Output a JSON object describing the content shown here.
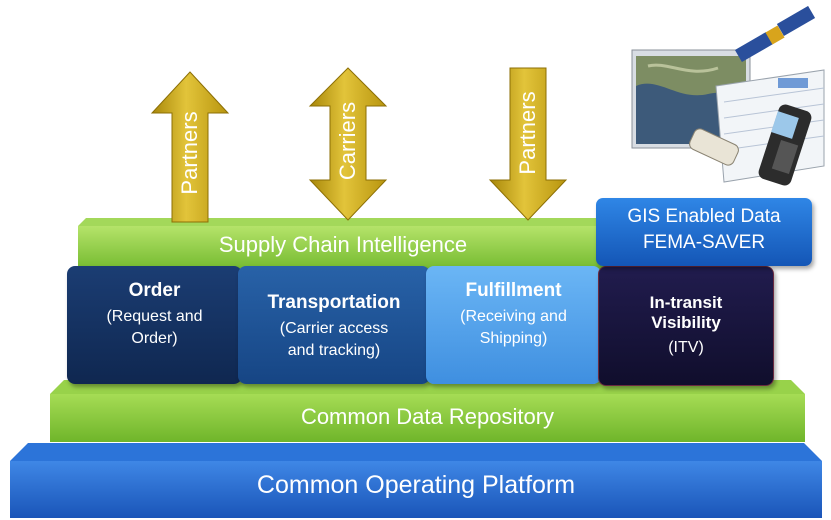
{
  "arrows": [
    {
      "label": "Partners",
      "direction": "up"
    },
    {
      "label": "Carriers",
      "direction": "up-down"
    },
    {
      "label": "Partners",
      "direction": "down"
    }
  ],
  "sci": {
    "label": "Supply Chain Intelligence"
  },
  "gis": {
    "line1": "GIS Enabled Data",
    "line2": "FEMA-SAVER"
  },
  "boxes": [
    {
      "title": "Order",
      "sub1": "(Request and",
      "sub2": "Order)"
    },
    {
      "title": "Transportation",
      "sub1": "(Carrier access",
      "sub2": "and tracking)"
    },
    {
      "title": "Fulfillment",
      "sub1": "(Receiving and",
      "sub2": "Shipping)"
    },
    {
      "title1": "In-transit",
      "title2": "Visibility",
      "sub": "(ITV)"
    }
  ],
  "repository": {
    "label": "Common Data Repository"
  },
  "platform": {
    "label": "Common Operating Platform"
  },
  "colors": {
    "green": "#8ccc3a",
    "gold": "#c9a514",
    "order": "#14305e",
    "transport": "#1d4f8e",
    "fulfillment": "#5aa7ee",
    "itv": "#16143a",
    "platform": "#1f63cc",
    "gis": "#1a6fd0"
  }
}
